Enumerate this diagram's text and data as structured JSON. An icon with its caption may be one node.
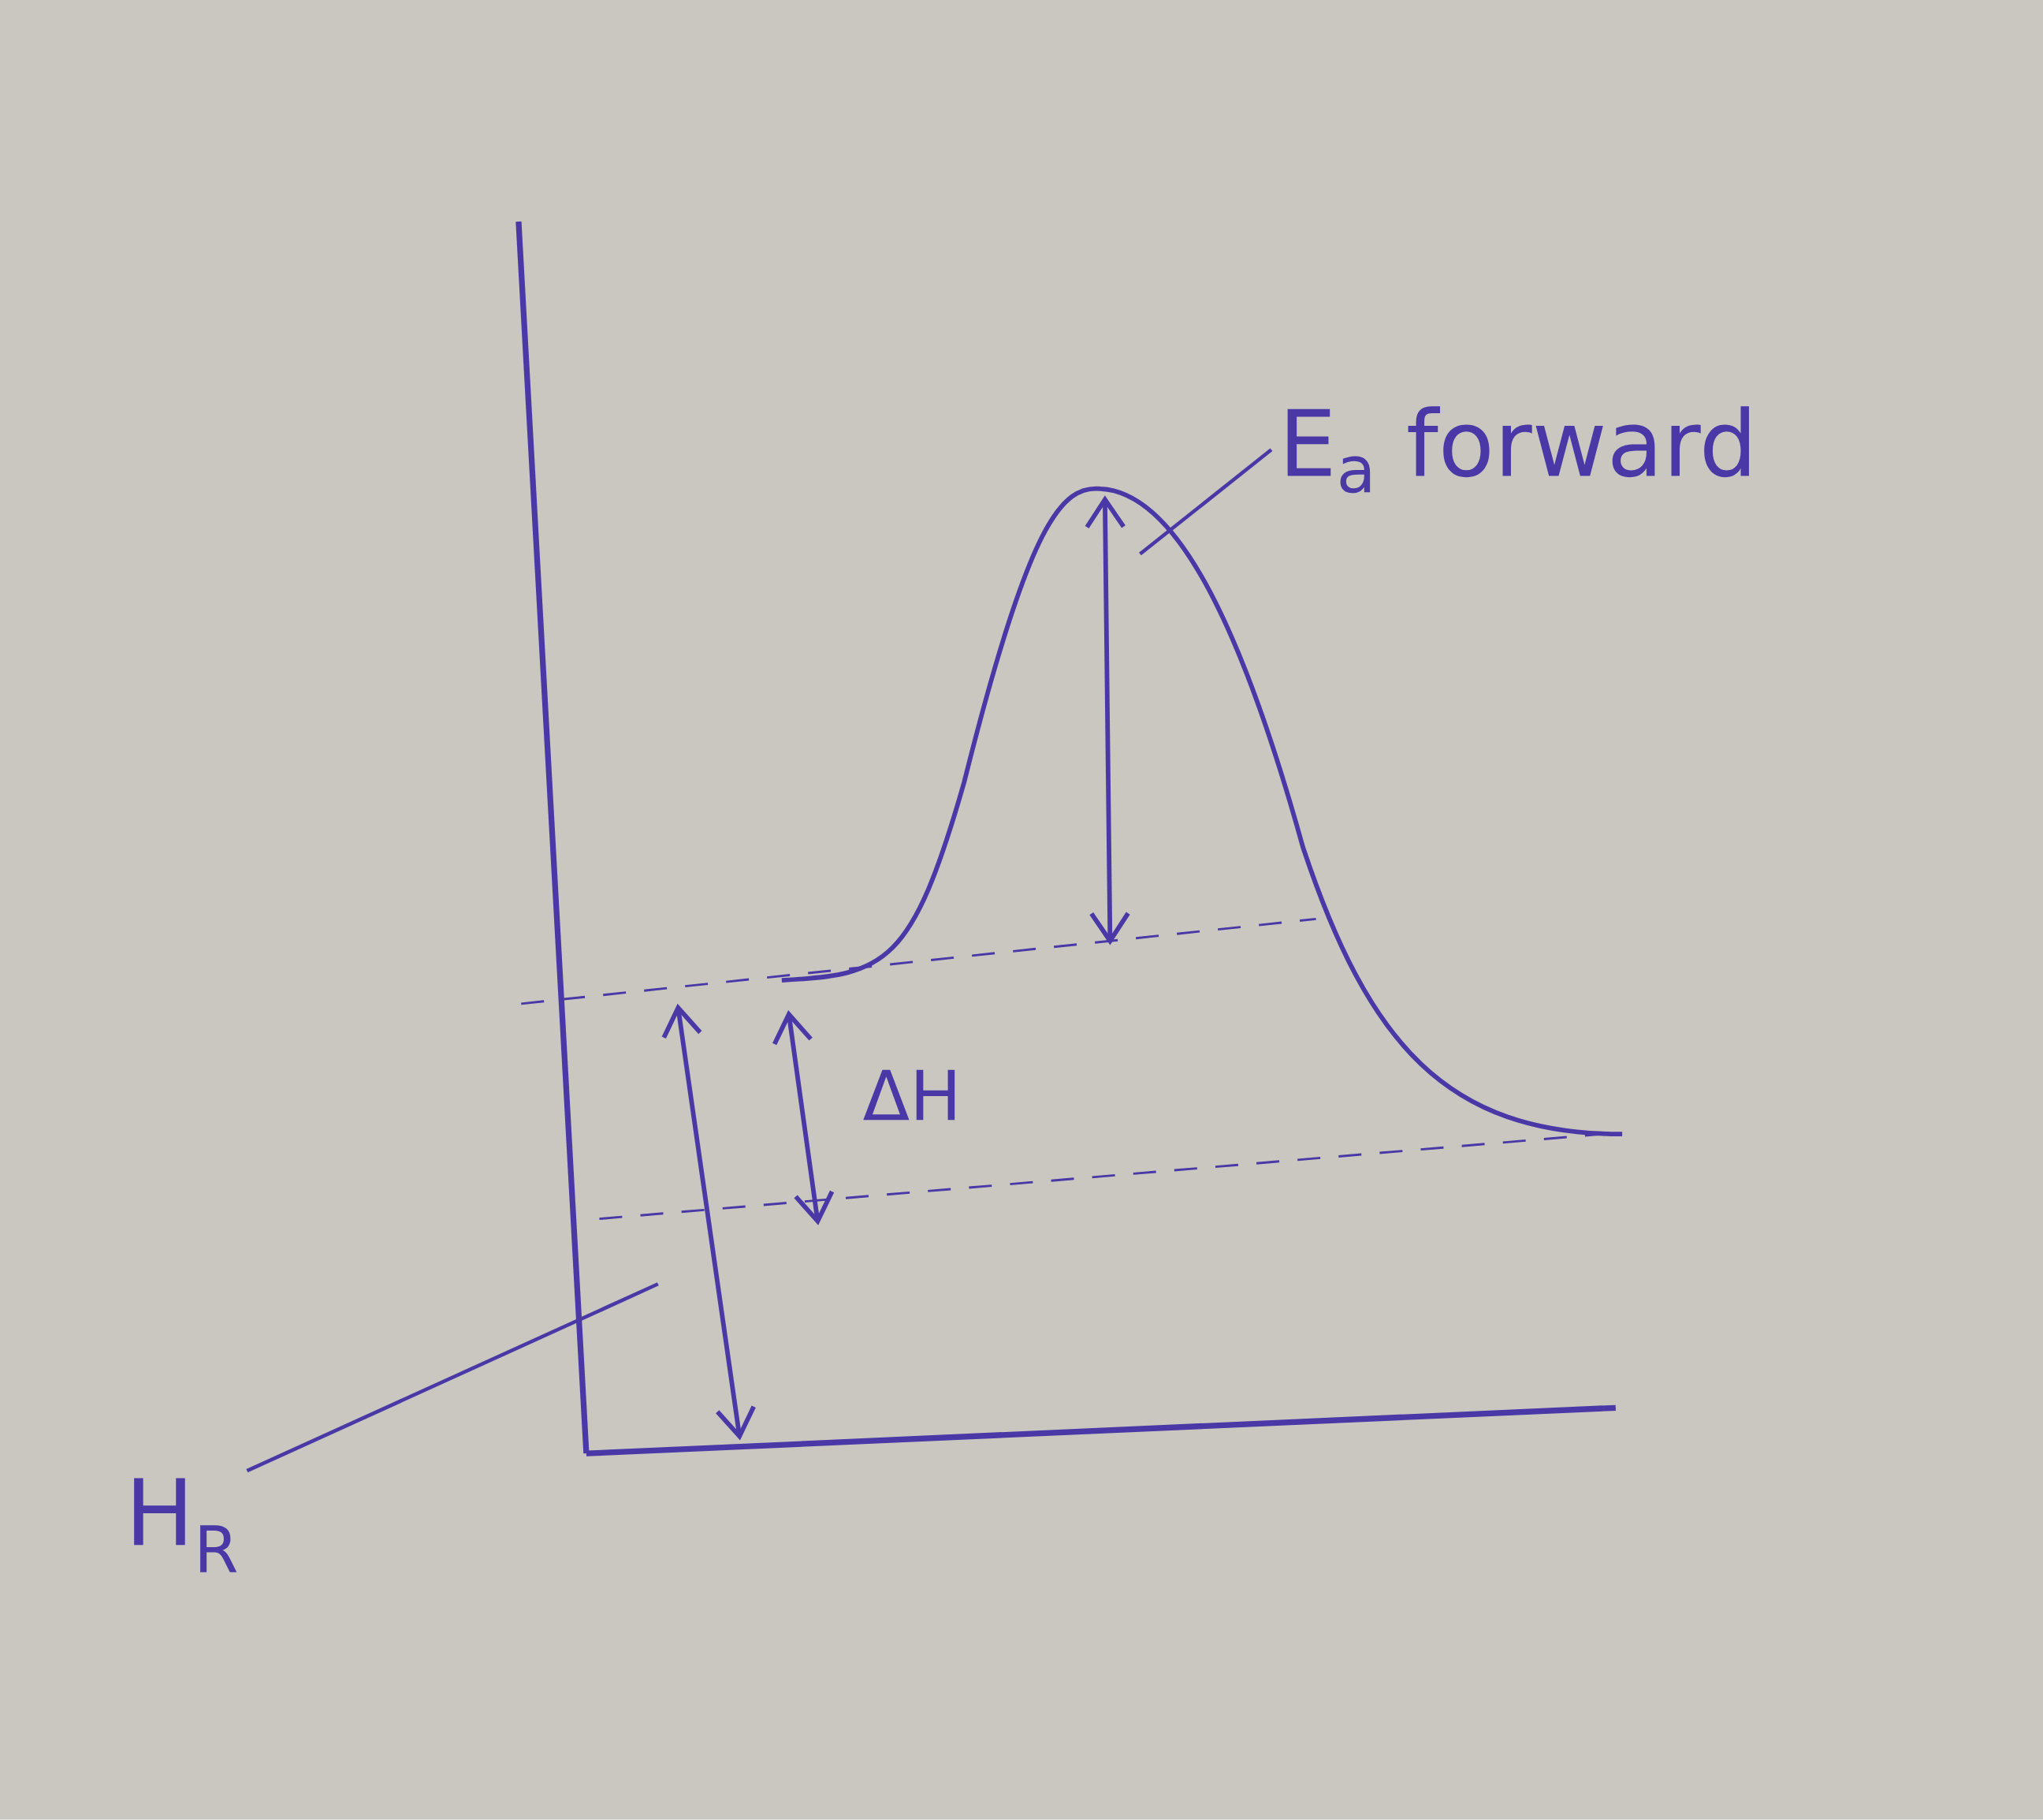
{
  "diagram": {
    "nodes": [
      {
        "text": [
          "E$_{a}$ forward"
        ]
      },
      {
        "text": [
          "ΔH"
        ]
      },
      {
        "text": [
          "H$_{R}$"
        ]
      }
    ],
    "edges": [
      {
        "from": 0,
        "to": null,
        "arrow": "none"
      },
      {
        "from": 2,
        "to": null,
        "arrow": "none"
      }
    ]
  }
}
